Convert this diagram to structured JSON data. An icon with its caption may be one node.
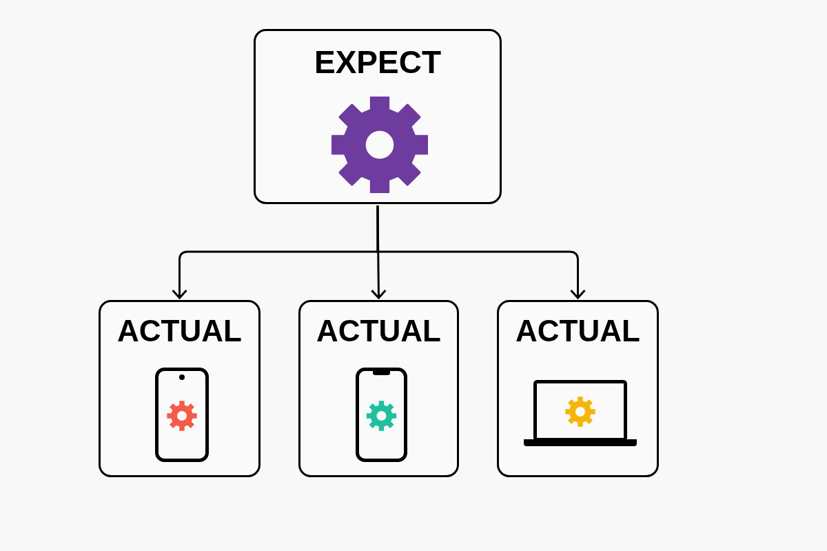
{
  "diagram": {
    "nodes": [
      {
        "text": [
          "EXPECT"
        ]
      },
      {
        "text": [
          "ACTUAL"
        ]
      },
      {
        "text": [
          "ACTUAL"
        ]
      },
      {
        "text": [
          "ACTUAL"
        ]
      }
    ],
    "edges": [
      {
        "from": 0,
        "to": 1,
        "arrow": "to"
      },
      {
        "from": 0,
        "to": 2,
        "arrow": "to"
      },
      {
        "from": 0,
        "to": 3,
        "arrow": "to"
      }
    ]
  }
}
